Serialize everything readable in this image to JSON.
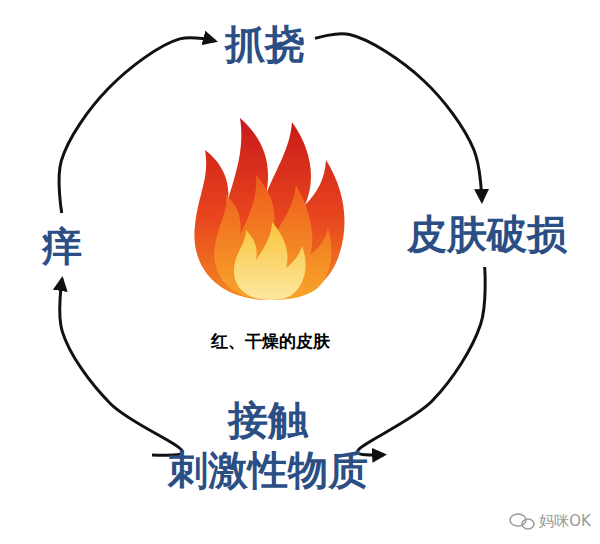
{
  "diagram": {
    "nodes": [
      {
        "text": [
          "抓挠"
        ]
      },
      {
        "text": [
          "皮肤破损"
        ]
      },
      {
        "text": [
          "接触 刺激性物质"
        ]
      },
      {
        "text": [
          "痒"
        ]
      }
    ],
    "edges": [
      {
        "from": 0,
        "to": 1,
        "arrow": "to"
      },
      {
        "from": 1,
        "to": 2,
        "arrow": "to"
      },
      {
        "from": 2,
        "to": 3,
        "arrow": "to"
      },
      {
        "from": 3,
        "to": 0,
        "arrow": "to"
      }
    ],
    "labels": [
      "红、干燥的皮肤",
      "妈咪OK"
    ]
  }
}
